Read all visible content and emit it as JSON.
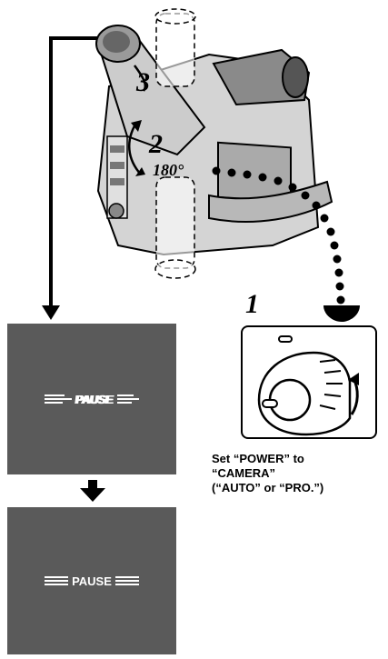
{
  "steps": {
    "one": "1",
    "two": "2",
    "three": "3"
  },
  "angle_label": "180°",
  "screen_top": {
    "text": "PAUSE"
  },
  "screen_bottom": {
    "text": "PAUSE"
  },
  "caption": {
    "line1": "Set “POWER” to",
    "line2": "“CAMERA”",
    "line3": "(“AUTO” or “PRO.”)"
  },
  "colors": {
    "screen_gray": "#5a5a5a",
    "line": "#000000",
    "camera_body": "#cfcfcf",
    "camera_dark": "#7a7a7a"
  }
}
